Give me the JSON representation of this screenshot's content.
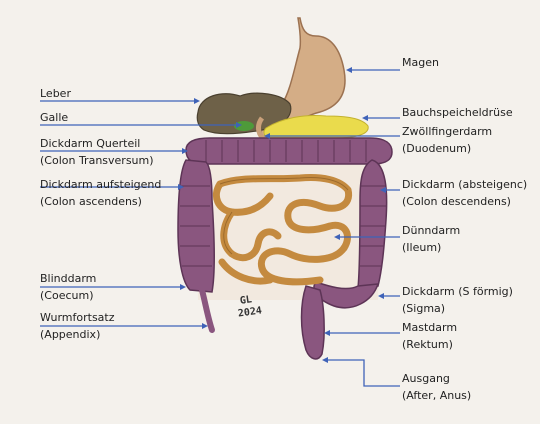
{
  "labels": {
    "magen": "Magen",
    "leber": "Leber",
    "galle": "Galle",
    "bauchspeicheldruese": "Bauchspeicheldrüse",
    "zwoelffingerdarm": "Zwöllfingerdarm",
    "duodenum": "(Duodenum)",
    "dickdarm_querteil": "Dickdarm Querteil",
    "colon_transversum": "(Colon Transversum)",
    "dickdarm_aufsteigend": "Dickdarm aufsteigend",
    "colon_ascendens": "(Colon ascendens)",
    "dickdarm_absteigend": "Dickdarm (absteigenc)",
    "colon_descendens": "(Colon descendens)",
    "duenndarm": "Dünndarm",
    "ileum": "(Ileum)",
    "blinddarm": "Blinddarm",
    "coecum": "(Coecum)",
    "wurmfortsatz": "Wurmfortsatz",
    "appendix": "(Appendix)",
    "dickdarm_s": "Dickdarm (S förmig)",
    "sigma": "(Sigma)",
    "mastdarm": "Mastdarm",
    "rektum": "(Rektum)",
    "ausgang": "Ausgang",
    "after_anus": "(After, Anus)"
  },
  "signature": {
    "name": "GL",
    "year": "2024"
  },
  "colors": {
    "leader_line": "#3f63b8",
    "colon": "#7d4a7a",
    "small_intestine": "#c48a3f",
    "stomach": "#c9a07a",
    "liver": "#6e6148",
    "pancreas": "#e8d84a",
    "gallbladder": "#4e9a3a"
  }
}
